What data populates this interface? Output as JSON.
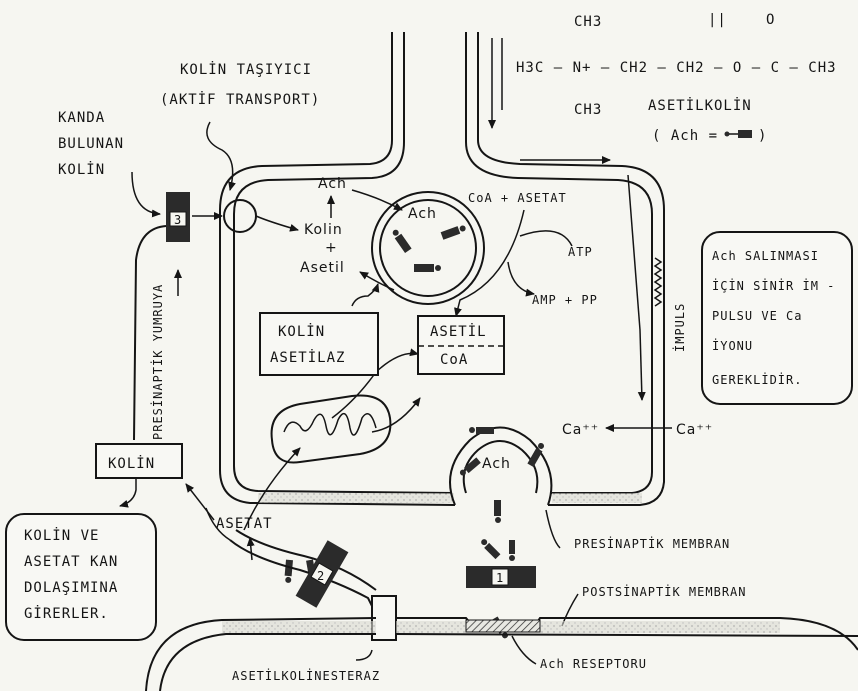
{
  "structure": {
    "lines": [
      "CH3",
      "H3C — N+ — CH2 — CH2 — O — C — CH3",
      "CH3",
      "O",
      "||"
    ],
    "name": "ASETİLKOLİN",
    "abbrev": "( Ach = ",
    "abbrev_close": ")"
  },
  "labels": {
    "kolin_tasiyici_1": "KOLİN TAŞIYICI",
    "kolin_tasiyici_2": "(AKTİF TRANSPORT)",
    "kanda_1": "KANDA",
    "kanda_2": "BULUNAN",
    "kanda_3": "KOLİN",
    "ach_top": "Ach",
    "kolin_inside": "Kolin",
    "plus": "+",
    "asetil": "Asetil",
    "ach_vesicle": "Ach",
    "coa_asetat": "CoA + ASETAT",
    "atp": "ATP",
    "amp_pp": "AMP + PP",
    "impuls": "İMPULS",
    "ca_inside": "Ca⁺⁺",
    "ca_outside": "Ca⁺⁺",
    "ach_release": "Ach",
    "presinaptik_yumruya": "PRESİNAPTİK YUMRUYA",
    "kolin_box": "KOLİN",
    "asetat": "ASETAT",
    "presinaptik_membran": "PRESİNAPTİK MEMBRAN",
    "postsinaptik_membran": "POSTSİNAPTİK MEMBRAN",
    "ach_reseptoru": "Ach  RESEPTORU",
    "asetilkolinesteraz": "ASETİLKOLİNESTERAZ",
    "num_1": "1",
    "num_2": "2",
    "num_3": "3"
  },
  "boxes": {
    "kolin_asetilaz_1": "KOLİN",
    "kolin_asetilaz_2": "ASETİLAZ",
    "asetil_coa_1": "ASETİL",
    "asetil_coa_2": "CoA",
    "note_1": "Ach SALINMASI",
    "note_2": "İÇİN SİNİR İM -",
    "note_3": "PULSU VE Ca",
    "note_4": "İYONU",
    "note_5": "GEREKLİDİR.",
    "kolin_ve_1": "KOLİN VE",
    "kolin_ve_2": "ASETAT KAN",
    "kolin_ve_3": "DOLAŞIMINA",
    "kolin_ve_4": "GİRERLER."
  }
}
